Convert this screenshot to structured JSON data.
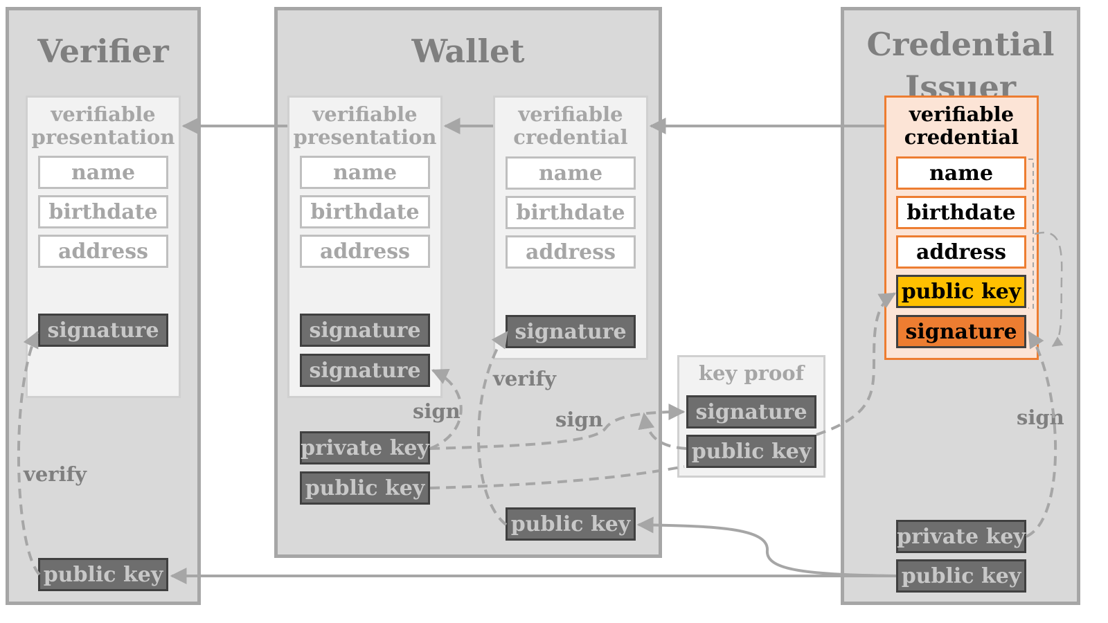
{
  "verifier": {
    "title": "Verifier",
    "presentation_title": "verifiable presentation",
    "fields": [
      "name",
      "birthdate",
      "address"
    ],
    "signature": "signature",
    "verify_label": "verify",
    "public_key": "public key"
  },
  "wallet": {
    "title": "Wallet",
    "presentation_title": "verifiable presentation",
    "presentation_fields": [
      "name",
      "birthdate",
      "address"
    ],
    "presentation_signature_1": "signature",
    "presentation_signature_2": "signature",
    "credential_title": "verifiable credential",
    "credential_fields": [
      "name",
      "birthdate",
      "address"
    ],
    "credential_signature": "signature",
    "sign_label": "sign",
    "verify_label": "verify",
    "private_key": "private key",
    "public_key": "public key",
    "issuer_public_key": "public key"
  },
  "key_proof": {
    "title": "key proof",
    "signature": "signature",
    "public_key": "public key",
    "sign_label": "sign"
  },
  "issuer": {
    "title": "Credential Issuer",
    "credential_title": "verifiable credential",
    "fields": [
      "name",
      "birthdate",
      "address"
    ],
    "public_key_field": "public key",
    "signature": "signature",
    "sign_label": "sign",
    "private_key": "private key",
    "public_key": "public key"
  },
  "colors": {
    "panel_bg": "#d9d9d9",
    "panel_border": "#a6a6a6",
    "key_box": "#6e6e6e",
    "issuer_accent": "#ed7d31",
    "issuer_doc_bg": "#fce4d6",
    "holder_key": "#ffc000",
    "arrow": "#a6a6a6"
  }
}
